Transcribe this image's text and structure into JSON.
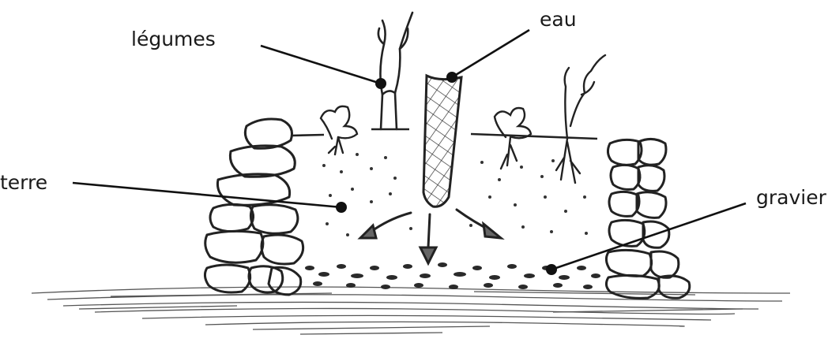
{
  "diagram": {
    "labels": {
      "legumes": "légumes",
      "eau": "eau",
      "terre": "terre",
      "gravier": "gravier"
    },
    "colors": {
      "ink": "#1a1a1a",
      "sketch": "#333333",
      "background": "#ffffff"
    }
  }
}
